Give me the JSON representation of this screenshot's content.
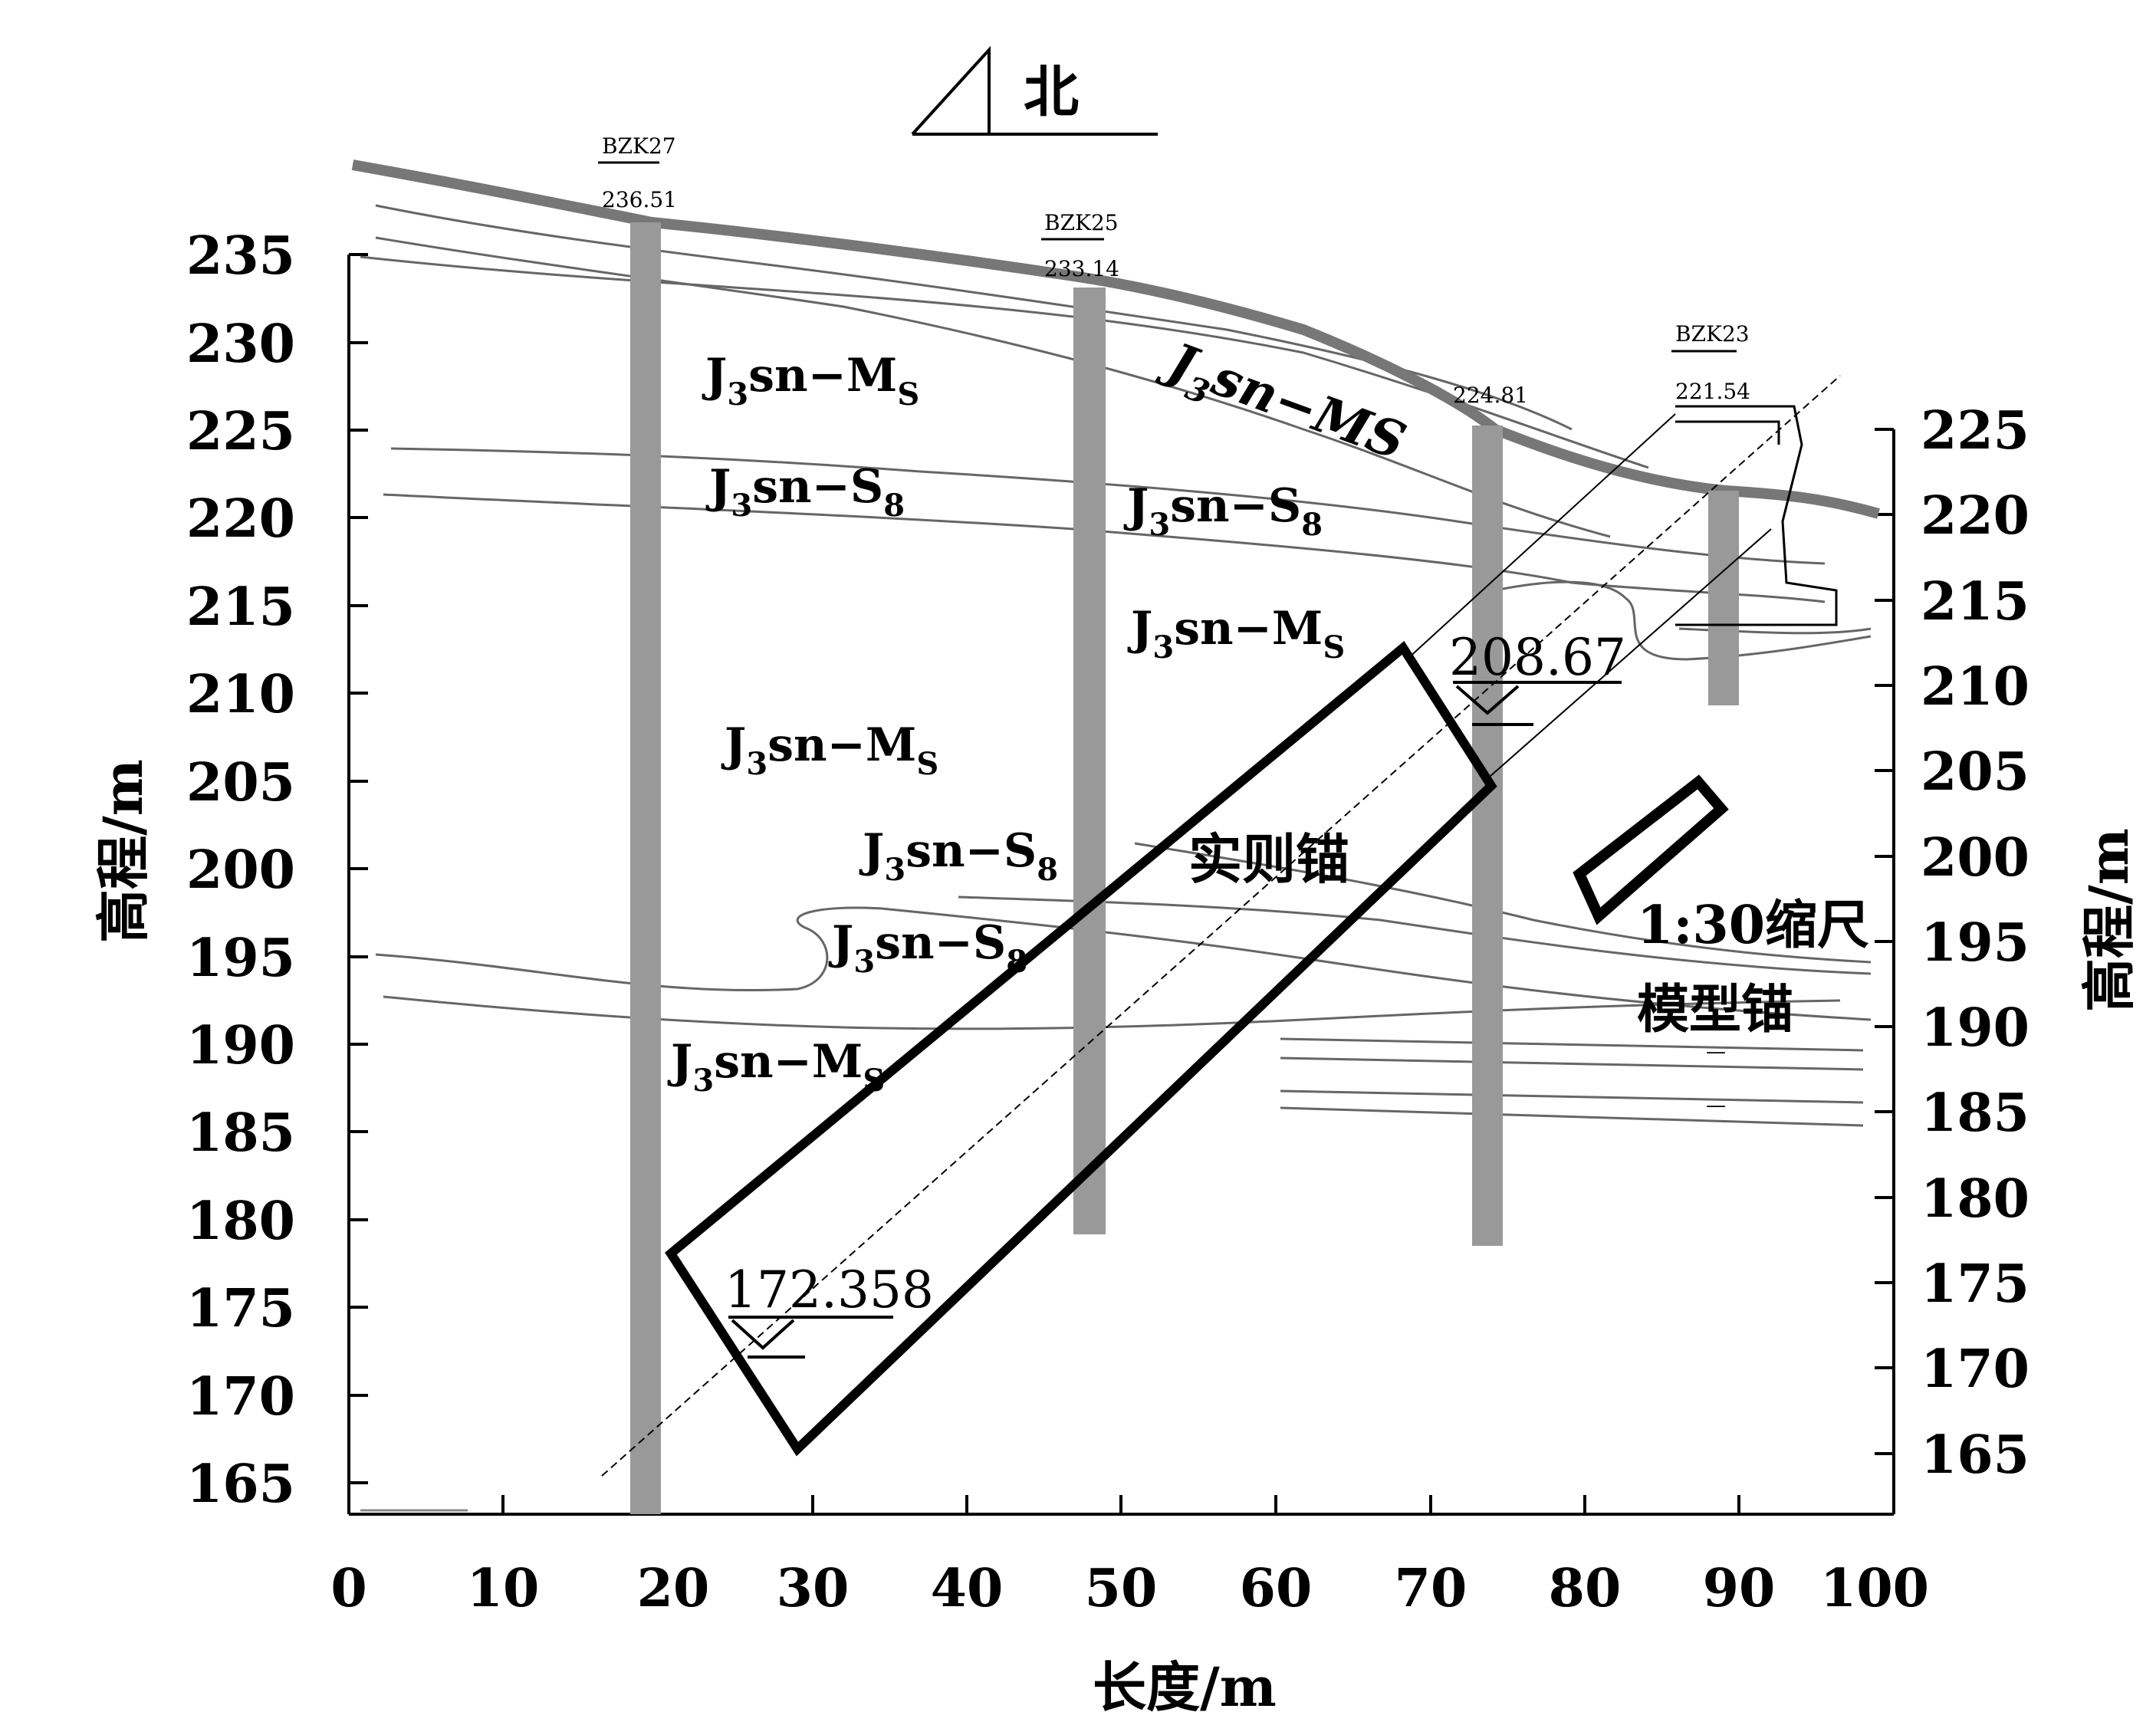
{
  "north_label": "北",
  "axes": {
    "x_label": "长度/m",
    "y_label_left": "高程/m",
    "y_label_right": "高程/m",
    "x_ticks": [
      "0",
      "10",
      "20",
      "30",
      "40",
      "50",
      "60",
      "70",
      "80",
      "90",
      "100"
    ],
    "y_left_ticks": [
      "235",
      "230",
      "225",
      "220",
      "215",
      "210",
      "205",
      "200",
      "195",
      "190",
      "185",
      "180",
      "175",
      "170",
      "165"
    ],
    "y_right_ticks": [
      "225",
      "220",
      "215",
      "210",
      "205",
      "200",
      "195",
      "190",
      "185",
      "180",
      "175",
      "170",
      "165"
    ]
  },
  "boreholes": [
    {
      "id": "BZK27",
      "elev": "236.51"
    },
    {
      "id": "BZK25",
      "elev": "233.14"
    },
    {
      "id": "",
      "elev": "224.81"
    },
    {
      "id": "BZK23",
      "elev": "221.54"
    }
  ],
  "layers": {
    "ms1": {
      "main": "J",
      "sub": "3",
      "mid": "sn−M",
      "tail": "S"
    },
    "s8a": {
      "main": "J",
      "sub": "3",
      "mid": "sn−S",
      "tail": "8"
    },
    "ms_slope": {
      "main": "J",
      "sub": "3",
      "mid": "sn−MS",
      "tail": ""
    },
    "s8b": {
      "main": "J",
      "sub": "3",
      "mid": "sn−S",
      "tail": "8"
    },
    "ms2": {
      "main": "J",
      "sub": "3",
      "mid": "sn−M",
      "tail": "S"
    },
    "ms3": {
      "main": "J",
      "sub": "3",
      "mid": "sn−M",
      "tail": "S"
    },
    "s8c": {
      "main": "J",
      "sub": "3",
      "mid": "sn−S",
      "tail": "8"
    },
    "s8d": {
      "main": "J",
      "sub": "3",
      "mid": "sn−S",
      "tail": "8"
    },
    "ms4": {
      "main": "J",
      "sub": "3",
      "mid": "sn−M",
      "tail": "S"
    }
  },
  "annotations": {
    "elev_top": "208.67",
    "elev_bottom": "172.358",
    "real_anchor": "实则锚",
    "model_anchor_line1": "1:30缩尺",
    "model_anchor_line2": "模型锚"
  }
}
